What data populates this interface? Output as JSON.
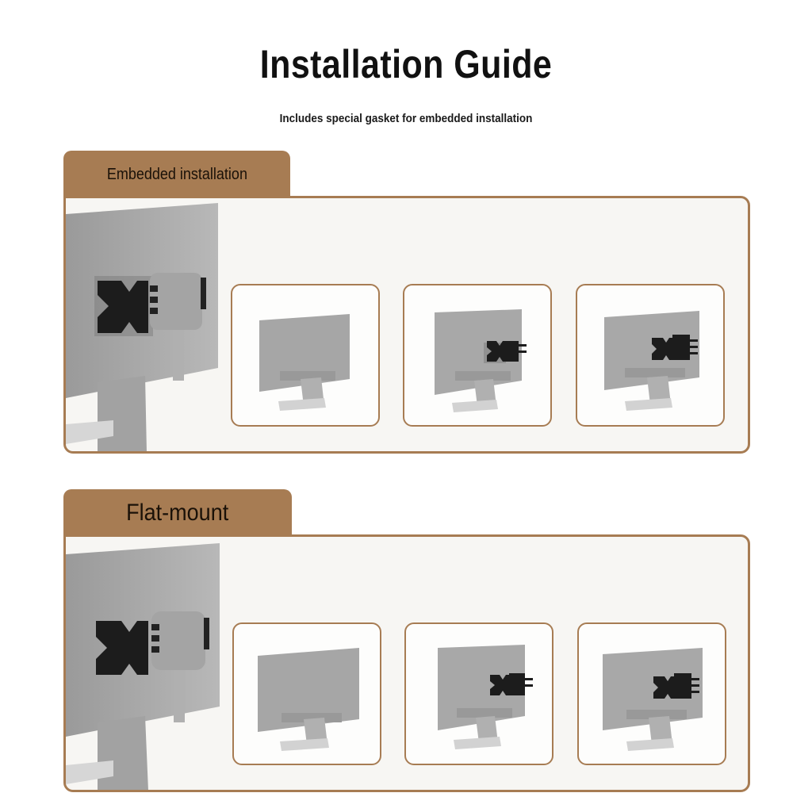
{
  "header": {
    "title": "Installation Guide",
    "subtitle": "Includes special gasket for embedded installation"
  },
  "sections": [
    {
      "label": "Embedded installation",
      "steps": [
        "monitor-back",
        "bracket-attached",
        "mini-pc-mounted"
      ]
    },
    {
      "label": "Flat-mount",
      "steps": [
        "monitor-back",
        "bracket-attached",
        "mini-pc-mounted"
      ]
    }
  ],
  "colors": {
    "accent": "#a77c53",
    "panel": "#f7f6f3",
    "monitor": "#a8a8a8",
    "bracket": "#1c1c1c"
  }
}
